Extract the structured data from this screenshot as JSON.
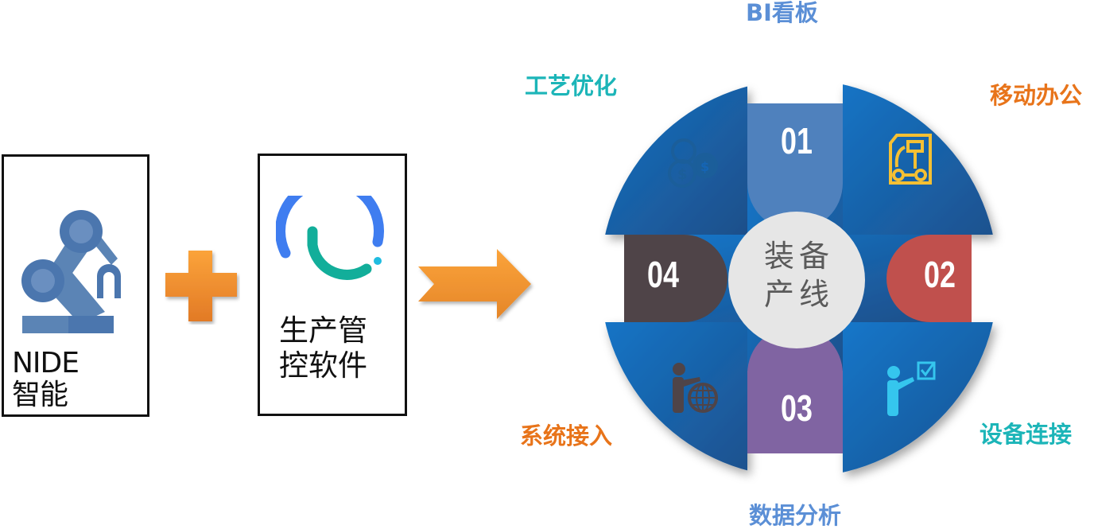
{
  "left": {
    "card1": {
      "icon": "robot-arm-icon",
      "label": "NIDE\n智能"
    },
    "plus": {
      "icon": "plus-icon"
    },
    "card2": {
      "icon": "software-logo-icon",
      "label": "生产管\n控软件"
    },
    "arrow": {
      "icon": "arrow-right-icon"
    }
  },
  "wheel": {
    "center_label": "装备\n产线",
    "segments": [
      {
        "number": "01",
        "color": "#4F81BD"
      },
      {
        "number": "02",
        "color": "#C0504D"
      },
      {
        "number": "03",
        "color": "#8064A2"
      },
      {
        "number": "04",
        "color": "#4F4448"
      }
    ],
    "quadrant_icons": [
      {
        "name": "coins-icon",
        "color": "#1B5E9A"
      },
      {
        "name": "workflow-document-icon",
        "color": "#F5C033"
      },
      {
        "name": "presenter-checkbox-icon",
        "color": "#35C6EE"
      },
      {
        "name": "presenter-globe-icon",
        "color": "#4F4448"
      }
    ],
    "wheel_color": "#1565B5"
  },
  "labels": [
    {
      "key": "bi",
      "text": "BI看板",
      "color": "#5B8FD6"
    },
    {
      "key": "craft",
      "text": "工艺优化",
      "color": "#1CB5B8"
    },
    {
      "key": "mobile",
      "text": "移动办公",
      "color": "#E8741A"
    },
    {
      "key": "device",
      "text": "设备连接",
      "color": "#1CB5B8"
    },
    {
      "key": "data",
      "text": "数据分析",
      "color": "#5B8FD6"
    },
    {
      "key": "system",
      "text": "系统接入",
      "color": "#E8741A"
    }
  ]
}
